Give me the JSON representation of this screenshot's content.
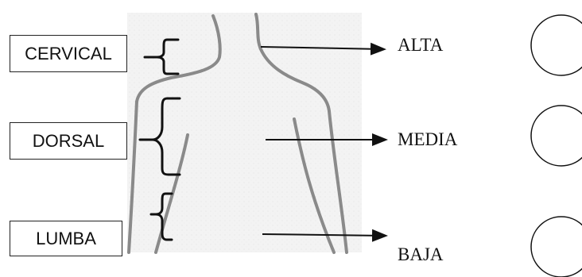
{
  "regions": {
    "cervical": "CERVICAL",
    "dorsal": "DORSAL",
    "lumbar": "LUMBA"
  },
  "levels": {
    "high": "ALTA",
    "middle": "MEDIA",
    "low": "BAJA"
  }
}
